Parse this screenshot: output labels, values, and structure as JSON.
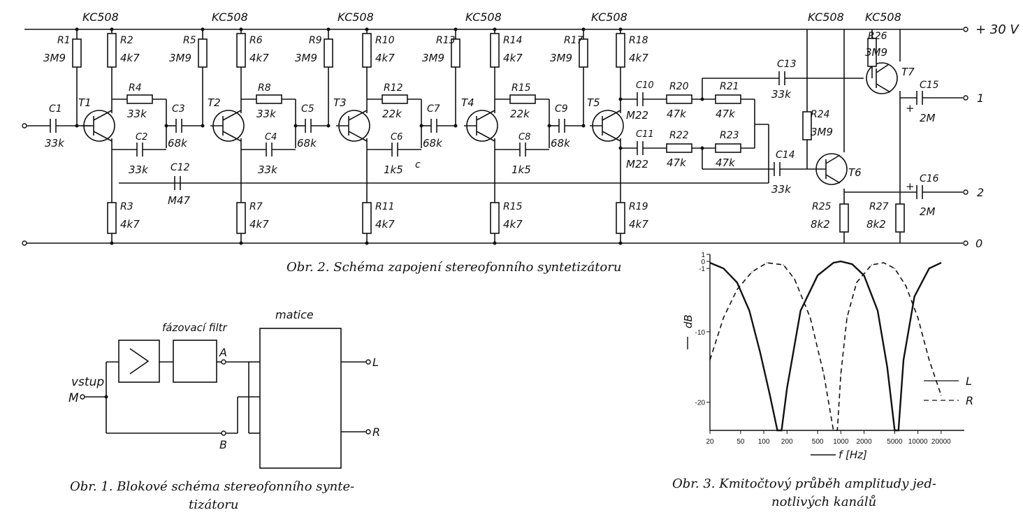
{
  "schematic": {
    "supply": "+ 30 V",
    "ground": "0",
    "out1": "1",
    "out2": "2",
    "transistor_type": "KC508",
    "transistors": [
      "T1",
      "T2",
      "T3",
      "T4",
      "T5",
      "T6",
      "T7"
    ],
    "resistors": [
      {
        "ref": "R1",
        "val": "3M9"
      },
      {
        "ref": "R2",
        "val": "4k7"
      },
      {
        "ref": "R3",
        "val": "4k7"
      },
      {
        "ref": "R4",
        "val": "33k"
      },
      {
        "ref": "R5",
        "val": "3M9"
      },
      {
        "ref": "R6",
        "val": "4k7"
      },
      {
        "ref": "R7",
        "val": "4k7"
      },
      {
        "ref": "R8",
        "val": "33k"
      },
      {
        "ref": "R9",
        "val": "3M9"
      },
      {
        "ref": "R10",
        "val": "4k7"
      },
      {
        "ref": "R11",
        "val": "4k7"
      },
      {
        "ref": "R12",
        "val": "22k"
      },
      {
        "ref": "R13",
        "val": "3M9"
      },
      {
        "ref": "R14",
        "val": "4k7"
      },
      {
        "ref": "R15",
        "val": "22k"
      },
      {
        "ref": "R15",
        "val": "4k7"
      },
      {
        "ref": "R17",
        "val": "3M9"
      },
      {
        "ref": "R18",
        "val": "4k7"
      },
      {
        "ref": "R19",
        "val": "4k7"
      },
      {
        "ref": "R20",
        "val": "47k"
      },
      {
        "ref": "R21",
        "val": "47k"
      },
      {
        "ref": "R22",
        "val": "47k"
      },
      {
        "ref": "R23",
        "val": "47k"
      },
      {
        "ref": "R24",
        "val": "3M9"
      },
      {
        "ref": "R25",
        "val": "8k2"
      },
      {
        "ref": "R26",
        "val": "3M9"
      },
      {
        "ref": "R27",
        "val": "8k2"
      }
    ],
    "capacitors": [
      {
        "ref": "C1",
        "val": "33k"
      },
      {
        "ref": "C2",
        "val": "33k"
      },
      {
        "ref": "C3",
        "val": "68k"
      },
      {
        "ref": "C4",
        "val": "33k"
      },
      {
        "ref": "C5",
        "val": "68k"
      },
      {
        "ref": "C6",
        "val": "1k5"
      },
      {
        "ref": "C7",
        "val": "68k"
      },
      {
        "ref": "C8",
        "val": "1k5"
      },
      {
        "ref": "C9",
        "val": "68k"
      },
      {
        "ref": "C10",
        "val": "M22"
      },
      {
        "ref": "C11",
        "val": "M22"
      },
      {
        "ref": "C12",
        "val": "M47"
      },
      {
        "ref": "C13",
        "val": "33k"
      },
      {
        "ref": "C14",
        "val": "33k"
      },
      {
        "ref": "C15",
        "val": "2M"
      },
      {
        "ref": "C16",
        "val": "2M"
      }
    ],
    "stray_mark": "c",
    "plus_mark": "+",
    "caption": "Obr. 2. Schéma zapojení stereofonního syntetizátoru"
  },
  "block_diagram": {
    "input_label": "vstup",
    "input_node": "M",
    "filter_label": "fázovací filtr",
    "matrix_label": "matice",
    "node_a": "A",
    "node_b": "B",
    "out_l": "L",
    "out_r": "R",
    "caption_line1": "Obr. 1. Blokové schéma stereofonního synte-",
    "caption_line2": "tizátoru"
  },
  "chart_data": {
    "type": "line",
    "xscale": "log",
    "xlabel": "f [Hz]",
    "ylabel": "dB",
    "xlim": [
      20,
      40000
    ],
    "ylim": [
      -24,
      1
    ],
    "x_ticks": [
      "20",
      "50",
      "100",
      "200",
      "500",
      "1000",
      "2000",
      "5000",
      "10000",
      "20000"
    ],
    "y_ticks": [
      "1",
      "0",
      "-1",
      "-10",
      "-20"
    ],
    "series": [
      {
        "name": "L",
        "style": "solid",
        "x": [
          20,
          30,
          45,
          65,
          90,
          120,
          150,
          170,
          200,
          300,
          500,
          800,
          1000,
          1400,
          2000,
          3000,
          4000,
          5000,
          5600,
          6500,
          9000,
          14000,
          20000
        ],
        "y": [
          -0.2,
          -1,
          -3,
          -7,
          -13,
          -19,
          -24,
          -24,
          -18,
          -7,
          -2,
          -0.2,
          0,
          -0.4,
          -2,
          -7,
          -15,
          -24,
          -24,
          -14,
          -5,
          -1,
          -0.2
        ]
      },
      {
        "name": "R",
        "style": "dashed",
        "x": [
          20,
          30,
          45,
          70,
          110,
          180,
          250,
          400,
          600,
          800,
          900,
          1000,
          1200,
          1600,
          2500,
          3600,
          5000,
          7000,
          10000,
          14000,
          20000
        ],
        "y": [
          -14,
          -8,
          -4,
          -1.5,
          -0.2,
          -0.5,
          -2.5,
          -8,
          -16,
          -24,
          -24,
          -16,
          -8,
          -3,
          -0.5,
          -0.2,
          -1,
          -3.5,
          -8,
          -14,
          -19
        ]
      }
    ],
    "legend": [
      {
        "name": "L",
        "style": "solid"
      },
      {
        "name": "R",
        "style": "dashed"
      }
    ],
    "legend_position": "right",
    "caption_line1": "Obr. 3. Kmitočtový průběh amplitudy jed-",
    "caption_line2": "notlivých kanálů"
  }
}
